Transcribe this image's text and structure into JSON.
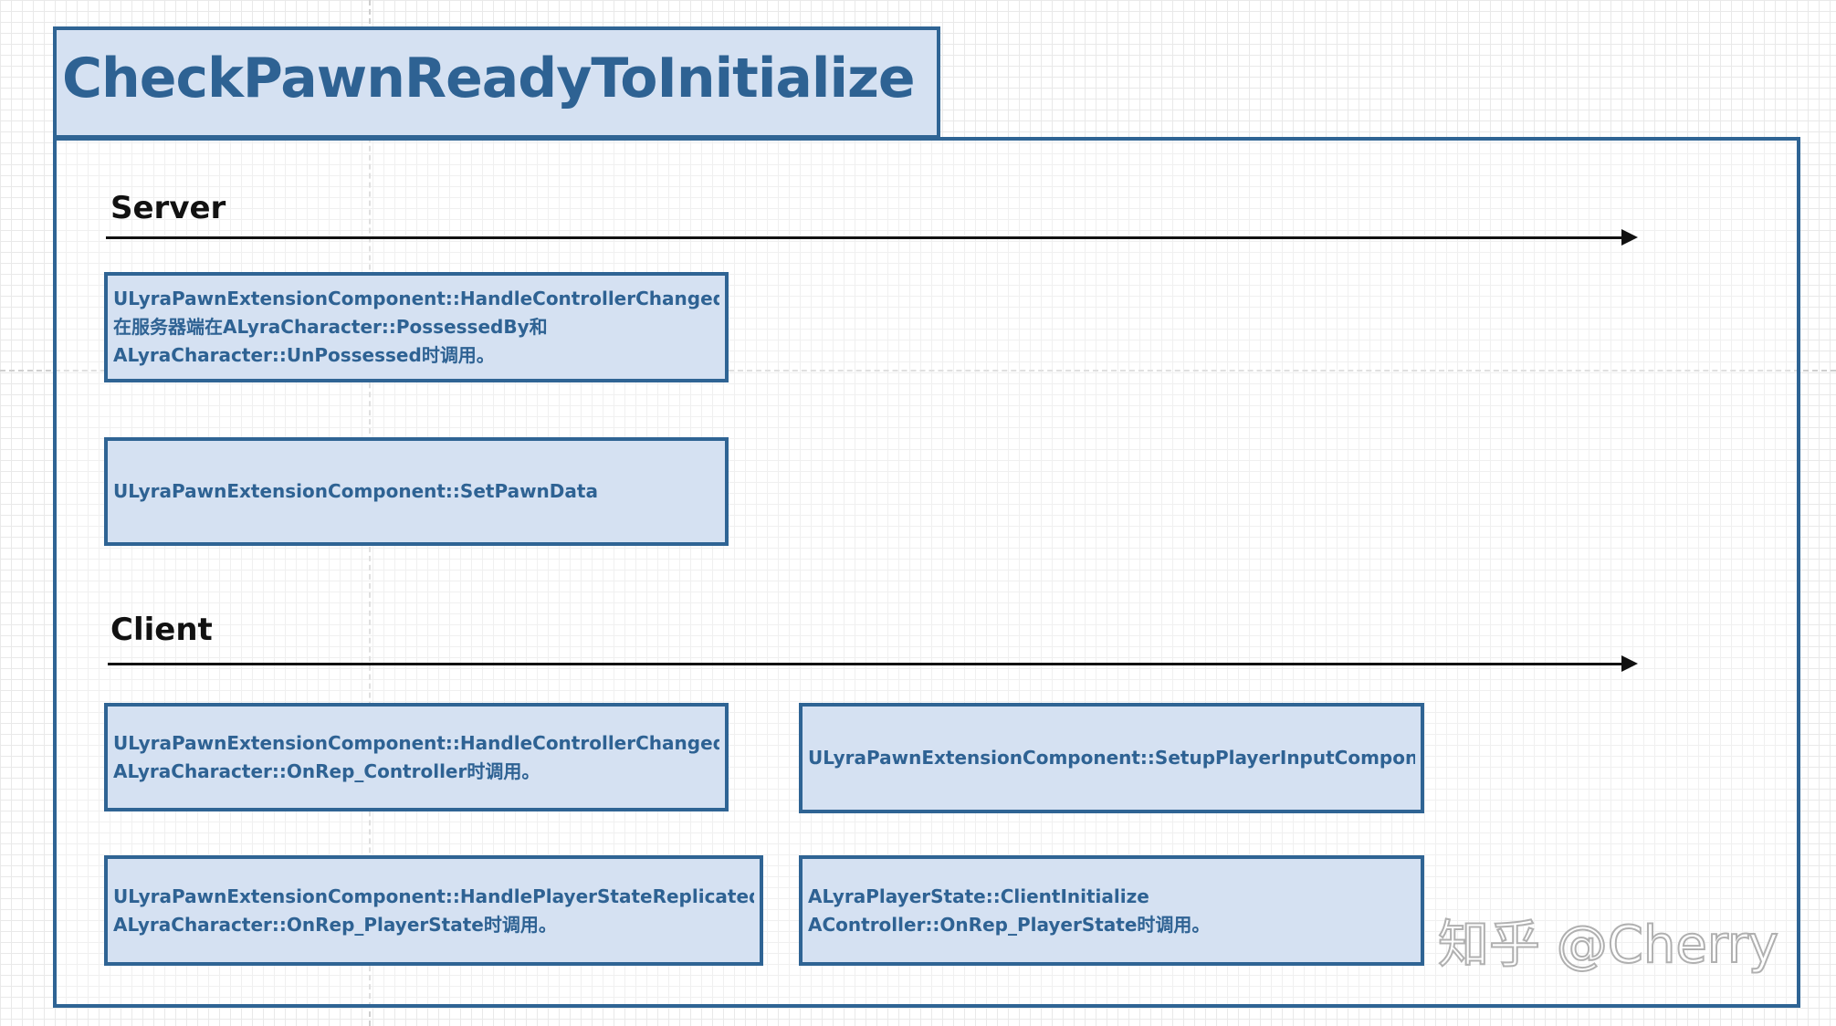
{
  "title": "CheckPawnReadyToInitialize",
  "lanes": [
    {
      "label": "Server"
    },
    {
      "label": "Client"
    }
  ],
  "boxes": [
    {
      "lines": [
        "ULyraPawnExtensionComponent::HandleControllerChanged",
        "在服务器端在ALyraCharacter::PossessedBy和",
        "ALyraCharacter::UnPossessed时调用。"
      ]
    },
    {
      "lines": [
        "ULyraPawnExtensionComponent::SetPawnData"
      ]
    },
    {
      "lines": [
        "ULyraPawnExtensionComponent::HandleControllerChanged",
        "ALyraCharacter::OnRep_Controller时调用。"
      ]
    },
    {
      "lines": [
        "ULyraPawnExtensionComponent::SetupPlayerInputComponent"
      ]
    },
    {
      "lines": [
        "ULyraPawnExtensionComponent::HandlePlayerStateReplicated",
        "ALyraCharacter::OnRep_PlayerState时调用。"
      ]
    },
    {
      "lines": [
        "ALyraPlayerState::ClientInitialize",
        "AController::OnRep_PlayerState时调用。"
      ]
    }
  ],
  "watermark": "知乎 @Cherry"
}
